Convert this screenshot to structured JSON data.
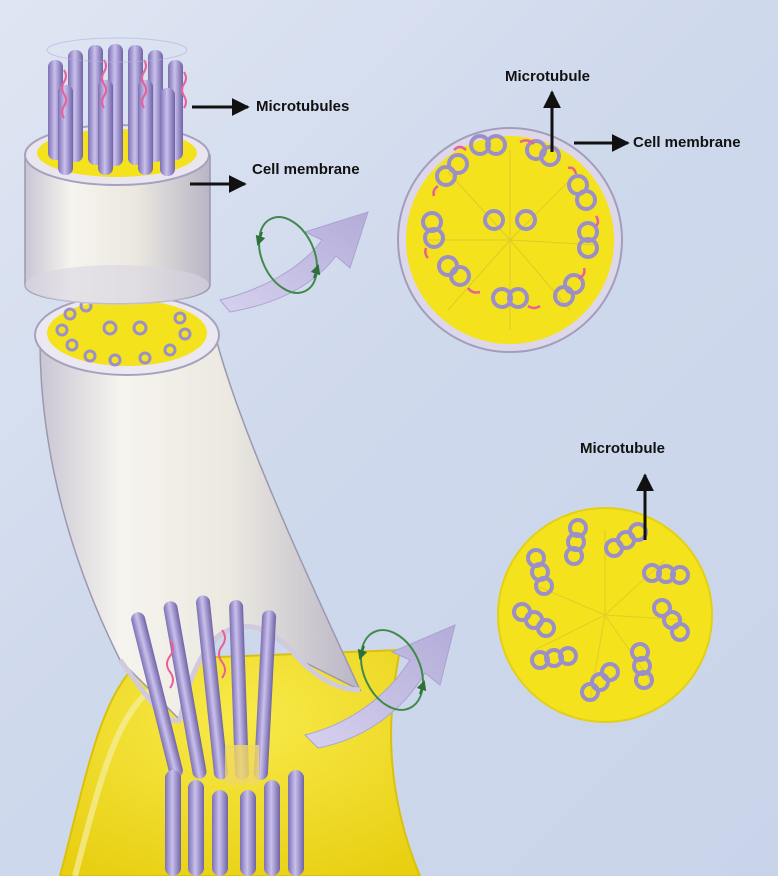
{
  "labels": {
    "microtubules_top": "Microtubules",
    "cell_membrane_top": "Cell membrane",
    "microtubule_upper_section": "Microtubule",
    "cell_membrane_upper_section": "Cell membrane",
    "microtubule_lower_section": "Microtubule"
  },
  "colors": {
    "cytoplasm_yellow": "#f3e21c",
    "membrane_white": "#f1efea",
    "microtubule_purple": "#9b8fc9",
    "dynein_pink": "#e8609a",
    "arrow_lavender": "#c8c2e6",
    "rotation_green": "#3f8a4a"
  },
  "icons": {
    "rotation": "rotate-view-icon",
    "transition_arrow": "curved-arrow-icon"
  }
}
